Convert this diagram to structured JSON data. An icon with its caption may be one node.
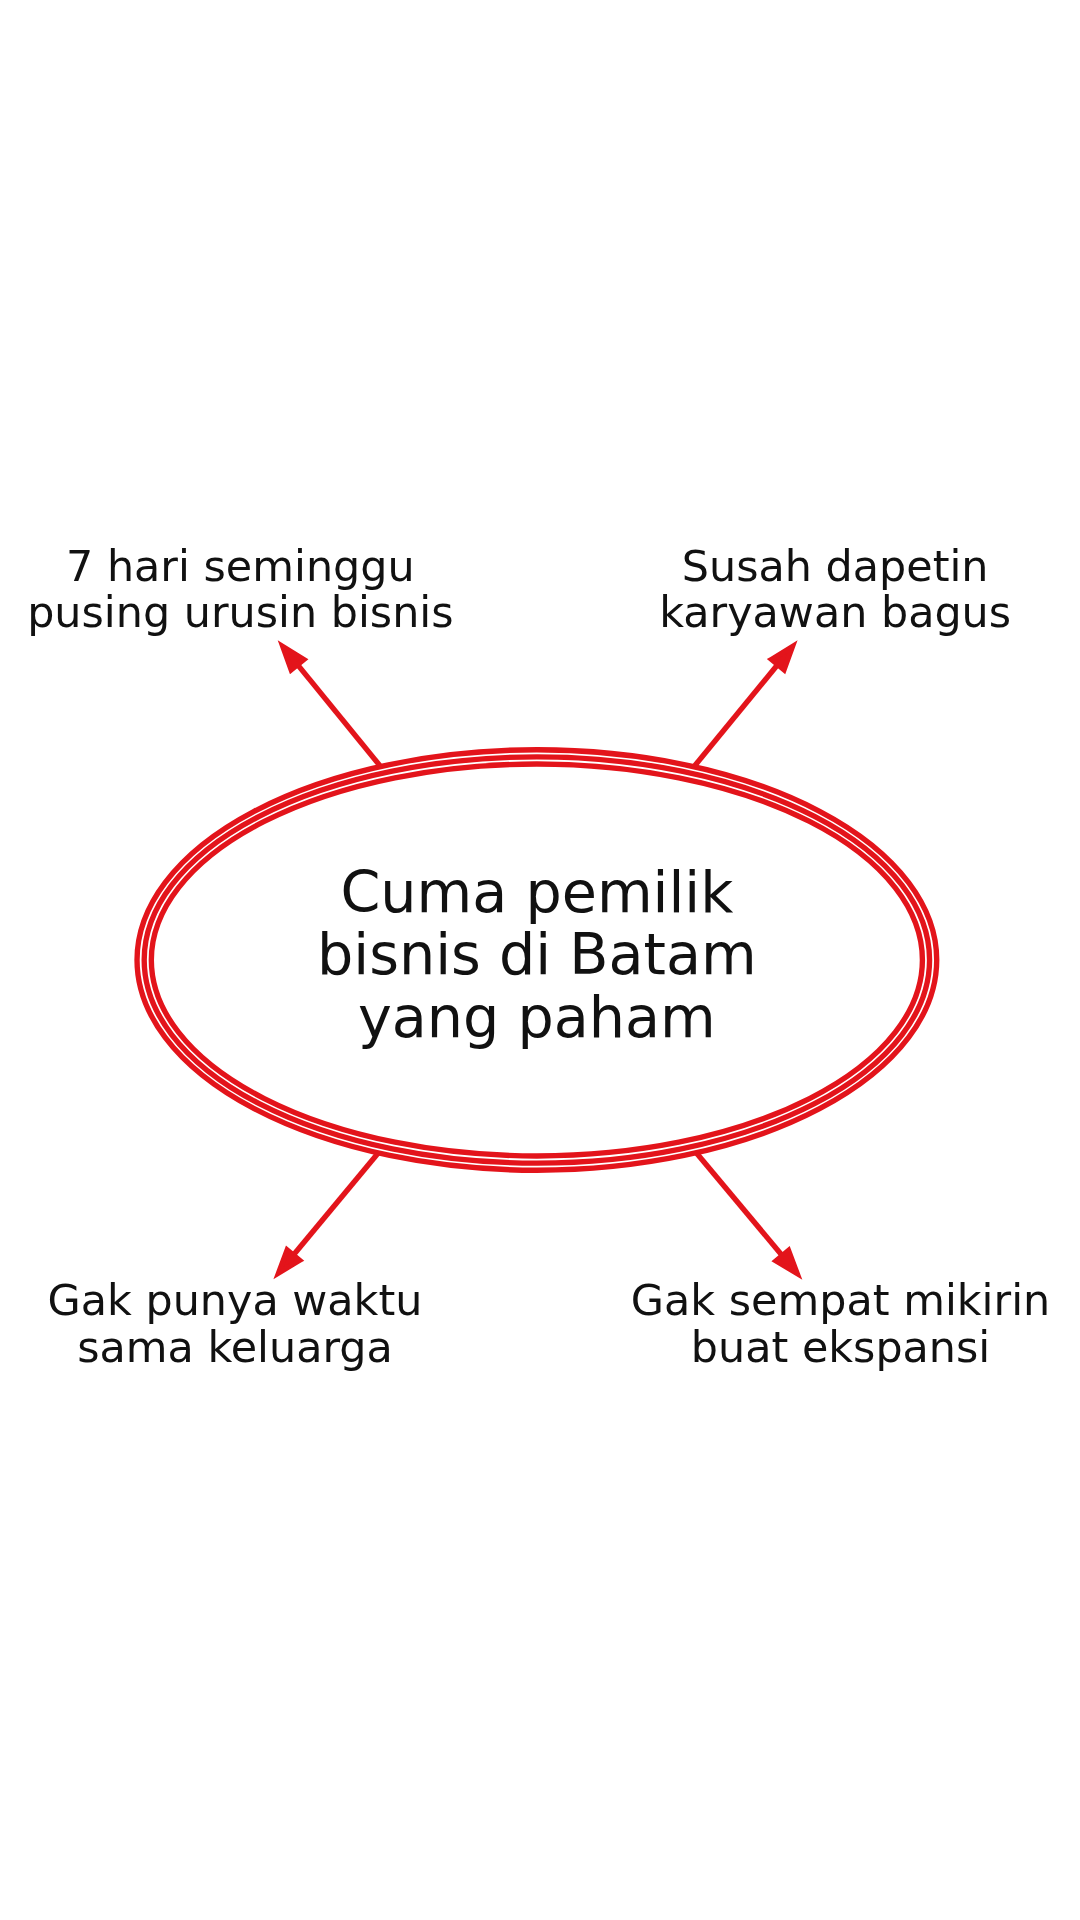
{
  "diagram": {
    "nodes": [
      {
        "text": [
          "7 hari seminggu pusing urusin bisnis"
        ]
      },
      {
        "text": [
          "Susah dapetin karyawan bagus"
        ]
      },
      {
        "text": [
          "Cuma pemilik bisnis di Batam yang paham"
        ]
      },
      {
        "text": [
          "Gak punya waktu sama keluarga"
        ]
      },
      {
        "text": [
          "Gak sempat mikirin buat ekspansi"
        ]
      }
    ],
    "edges": [
      {
        "from": 2,
        "to": 0,
        "arrow": "to"
      },
      {
        "from": 2,
        "to": 1,
        "arrow": "to"
      },
      {
        "from": 2,
        "to": 3,
        "arrow": "to"
      },
      {
        "from": 2,
        "to": 4,
        "arrow": "to"
      }
    ]
  }
}
